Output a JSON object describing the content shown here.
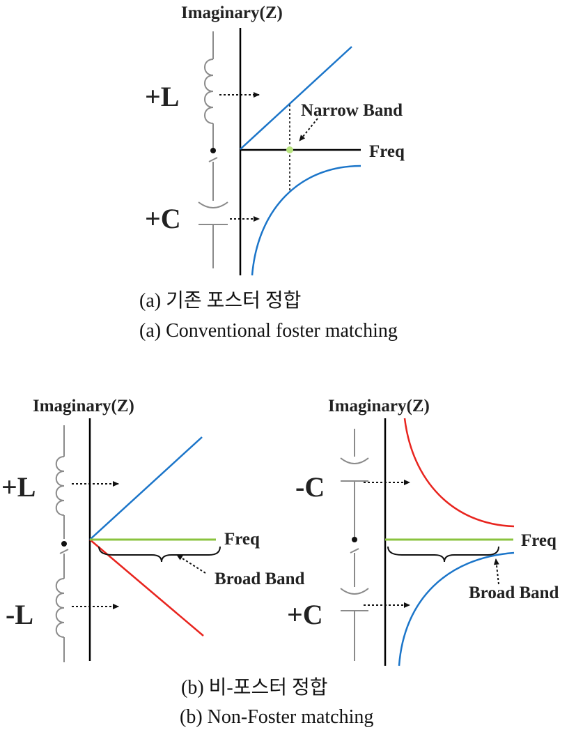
{
  "colors": {
    "blue": "#1b75c9",
    "red": "#e8241e",
    "green": "#8ac33e",
    "greenDot": "#b7e27e",
    "axis": "#000000",
    "component": "#8a8a8a"
  },
  "panel_a": {
    "axis_title": "Imaginary(Z)",
    "label_pos_L": "+L",
    "label_pos_C": "+C",
    "freq_label": "Freq",
    "band_label": "Narrow Band",
    "caption_ko": "(a) 기존 포스터 정합",
    "caption_en": "(a) Conventional foster matching"
  },
  "panel_b_left": {
    "axis_title": "Imaginary(Z)",
    "label_pos_L": "+L",
    "label_neg_L": "-L",
    "freq_label": "Freq",
    "band_label": "Broad Band"
  },
  "panel_b_right": {
    "axis_title": "Imaginary(Z)",
    "label_neg_C": "-C",
    "label_pos_C": "+C",
    "freq_label": "Freq",
    "band_label": "Broad Band"
  },
  "captions_b": {
    "caption_ko": "(b) 비-포스터 정합",
    "caption_en": "(b) Non-Foster matching"
  }
}
